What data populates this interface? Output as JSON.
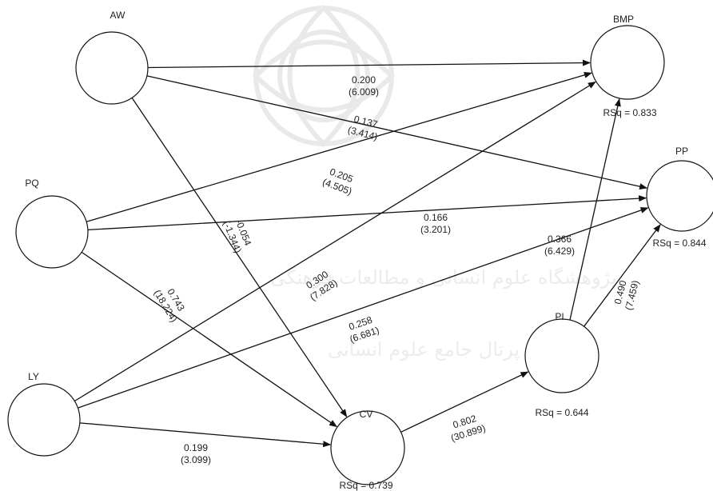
{
  "watermark": {
    "line1": "پژوهشگاه علوم انسانی و مطالعات فرهنگی",
    "line2": "پرتال جامع علوم انسانی"
  },
  "nodes": {
    "AW": {
      "label": "AW"
    },
    "PQ": {
      "label": "PQ"
    },
    "LY": {
      "label": "LY"
    },
    "CV": {
      "label": "CV",
      "rsq": "RSq = 0.739"
    },
    "PI": {
      "label": "PI",
      "rsq": "RSq = 0.644"
    },
    "BMP": {
      "label": "BMP",
      "rsq": "RSq = 0.833"
    },
    "PP": {
      "label": "PP",
      "rsq": "RSq = 0.844"
    }
  },
  "paths": [
    {
      "from": "AW",
      "to": "BMP",
      "coef": "0.200",
      "t": "(6.009)"
    },
    {
      "from": "AW",
      "to": "PP",
      "coef": "0.137",
      "t": "(3.414)"
    },
    {
      "from": "AW",
      "to": "CV",
      "coef": "-0.054",
      "t": "(-1.344)"
    },
    {
      "from": "PQ",
      "to": "BMP",
      "coef": "0.205",
      "t": "(4.505)"
    },
    {
      "from": "PQ",
      "to": "PP",
      "coef": "0.166",
      "t": "(3.201)"
    },
    {
      "from": "PQ",
      "to": "CV",
      "coef": "0.743",
      "t": "(18.224)"
    },
    {
      "from": "LY",
      "to": "BMP",
      "coef": "0.300",
      "t": "(7.828)"
    },
    {
      "from": "LY",
      "to": "PP",
      "coef": "0.258",
      "t": "(6.681)"
    },
    {
      "from": "LY",
      "to": "CV",
      "coef": "0.199",
      "t": "(3.099)"
    },
    {
      "from": "CV",
      "to": "PI",
      "coef": "0.802",
      "t": "(30.899)"
    },
    {
      "from": "PI",
      "to": "BMP",
      "coef": "0.366",
      "t": "(6.429)"
    },
    {
      "from": "PI",
      "to": "PP",
      "coef": "0.490",
      "t": "(7.459)"
    }
  ]
}
